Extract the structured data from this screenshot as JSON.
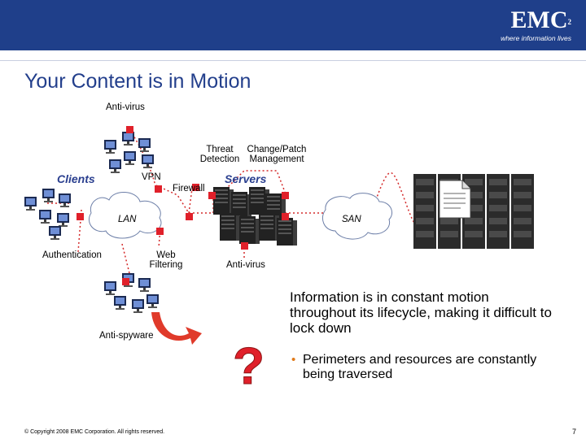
{
  "header": {
    "logo_text": "EMC",
    "logo_sup": "2",
    "tagline": "where information lives",
    "colors": {
      "band": "#1f3f8a",
      "title": "#233f8c",
      "accent": "#e07a1a",
      "node": "#e0202a"
    }
  },
  "title": "Your Content is in Motion",
  "diagram": {
    "anti_virus_top": "Anti-virus",
    "threat_line1": "Threat",
    "threat_line2": "Detection",
    "change_line1": "Change/Patch",
    "change_line2": "Management",
    "clients": "Clients",
    "vpn": "VPN",
    "firewall": "Firewall",
    "servers": "Servers",
    "lan": "LAN",
    "san": "SAN",
    "authentication": "Authentication",
    "web_line1": "Web",
    "web_line2": "Filtering",
    "anti_virus_bottom": "Anti-virus",
    "anti_spyware": "Anti-spyware",
    "question_mark": "?"
  },
  "info": {
    "main": "Information is in constant motion throughout its lifecycle, making it difficult to lock down",
    "bullet": "Perimeters and resources are constantly being traversed"
  },
  "footer": {
    "copyright": "© Copyright 2008 EMC Corporation. All rights reserved.",
    "page": "7"
  }
}
